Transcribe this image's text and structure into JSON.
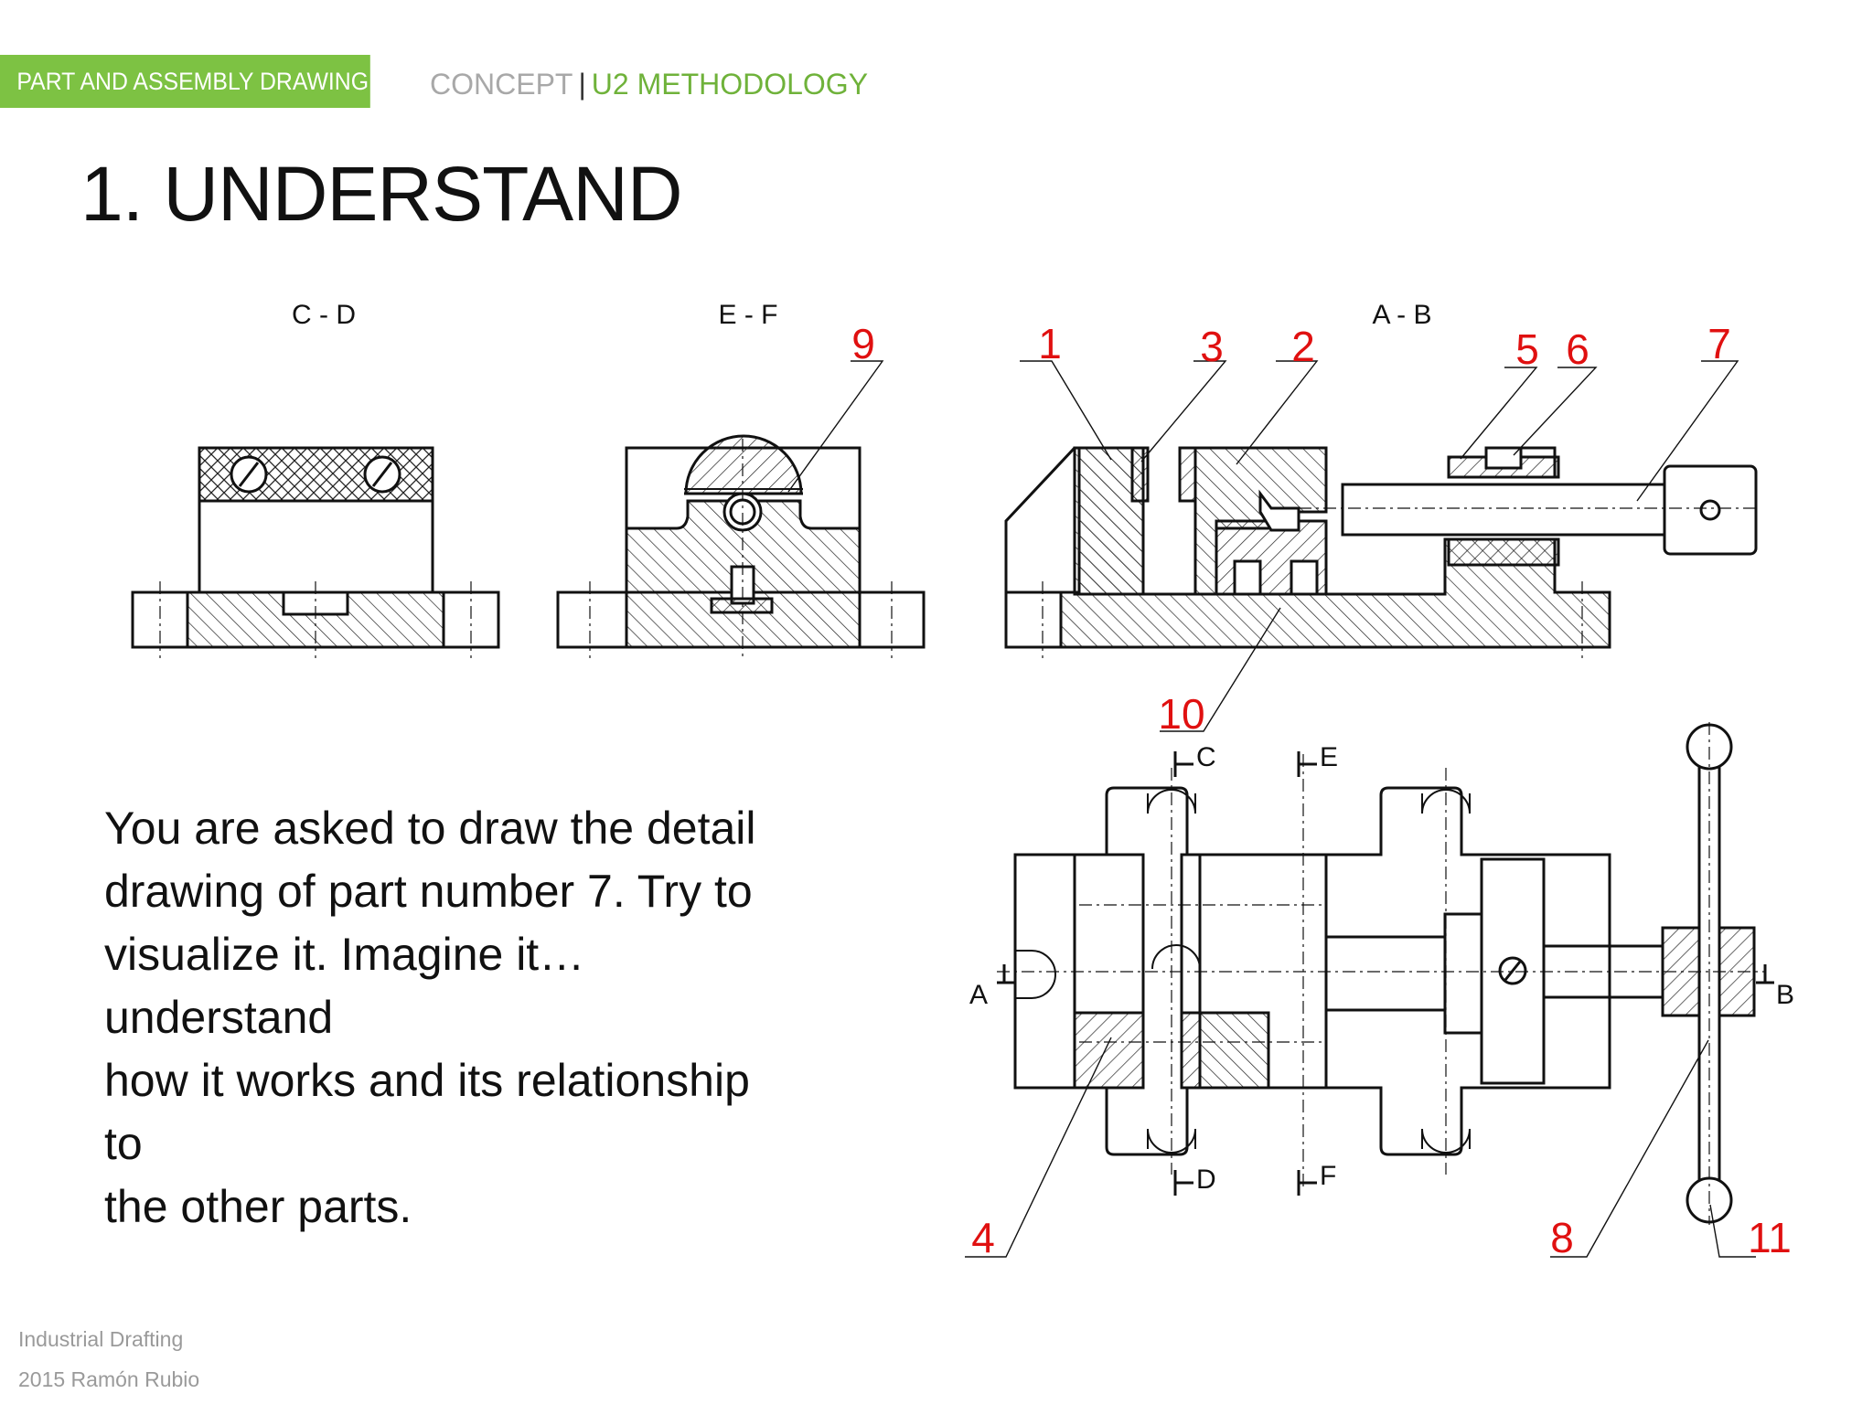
{
  "header": {
    "section_tag": "PART AND ASSEMBLY DRAWING",
    "breadcrumb_part1": "CONCEPT",
    "breadcrumb_sep": "|",
    "breadcrumb_part2": "U2 METHODOLOGY"
  },
  "title": "1. UNDERSTAND",
  "views": {
    "cd": "C - D",
    "ef": "E - F",
    "ab": "A - B"
  },
  "callouts": {
    "n1": "1",
    "n2": "2",
    "n3": "3",
    "n4": "4",
    "n5": "5",
    "n6": "6",
    "n7": "7",
    "n8": "8",
    "n9": "9",
    "n10": "10",
    "n11": "11"
  },
  "section_letters": {
    "a": "A",
    "b": "B",
    "c": "C",
    "d": "D",
    "e": "E",
    "f": "F"
  },
  "body_text": "You are asked to draw the detail\ndrawing of part number 7. Try to\nvisualize it. Imagine it…understand\nhow it works and its relationship to\nthe other parts.",
  "footer": {
    "line1": "Industrial Drafting",
    "line2": "2015 Ramón Rubio"
  },
  "colors": {
    "accent_green": "#7dc243",
    "callout_red": "#e01010"
  }
}
